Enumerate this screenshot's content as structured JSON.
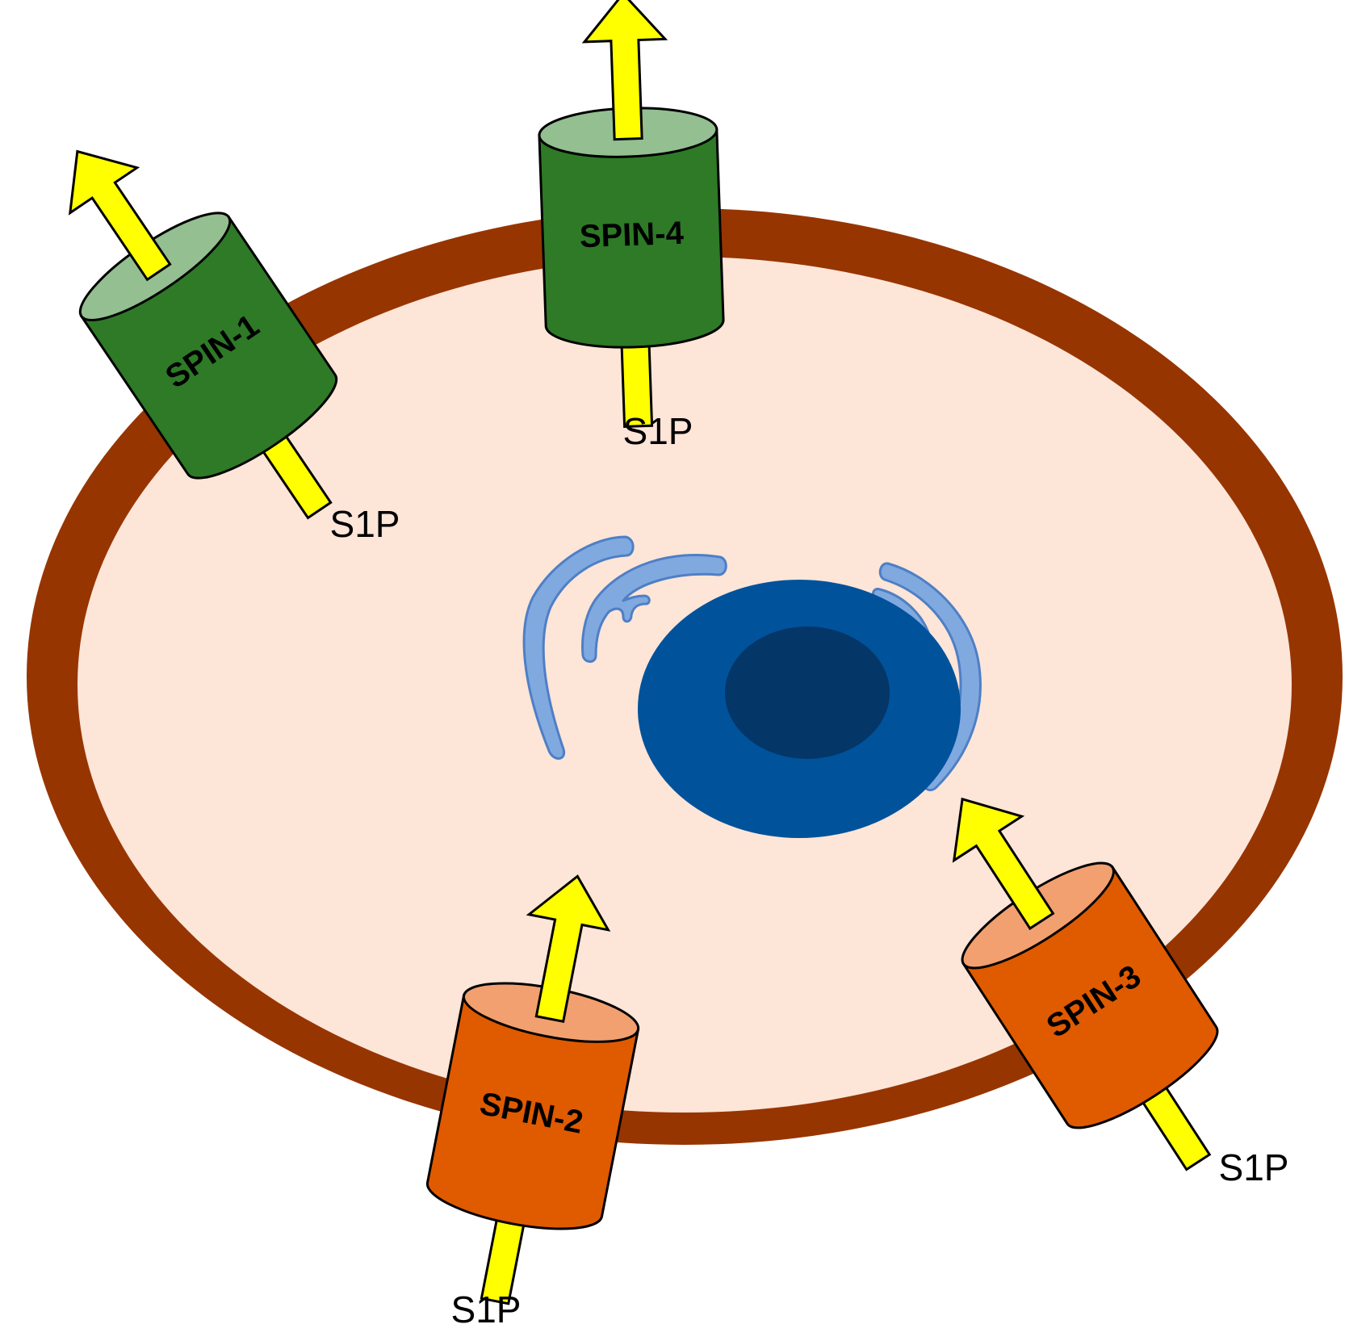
{
  "colors": {
    "membrane": "#973500",
    "cytoplasm": "#fde5d8",
    "green_body": "#2e7a27",
    "green_top": "#93bf91",
    "orange_body": "#e05a00",
    "orange_top": "#f2a06f",
    "arrow": "#ffff00",
    "nucleus": "#00529b",
    "nucleolus": "#043668",
    "er": "#80a9e0",
    "er_stroke": "#4e7fc5"
  },
  "transporters": [
    {
      "label": "SPIN-1",
      "substrate": "S1P",
      "color": "green"
    },
    {
      "label": "SPIN-4",
      "substrate": "S1P",
      "color": "green"
    },
    {
      "label": "SPIN-2",
      "substrate": "S1P",
      "color": "orange"
    },
    {
      "label": "SPIN-3",
      "substrate": "S1P",
      "color": "orange"
    }
  ]
}
